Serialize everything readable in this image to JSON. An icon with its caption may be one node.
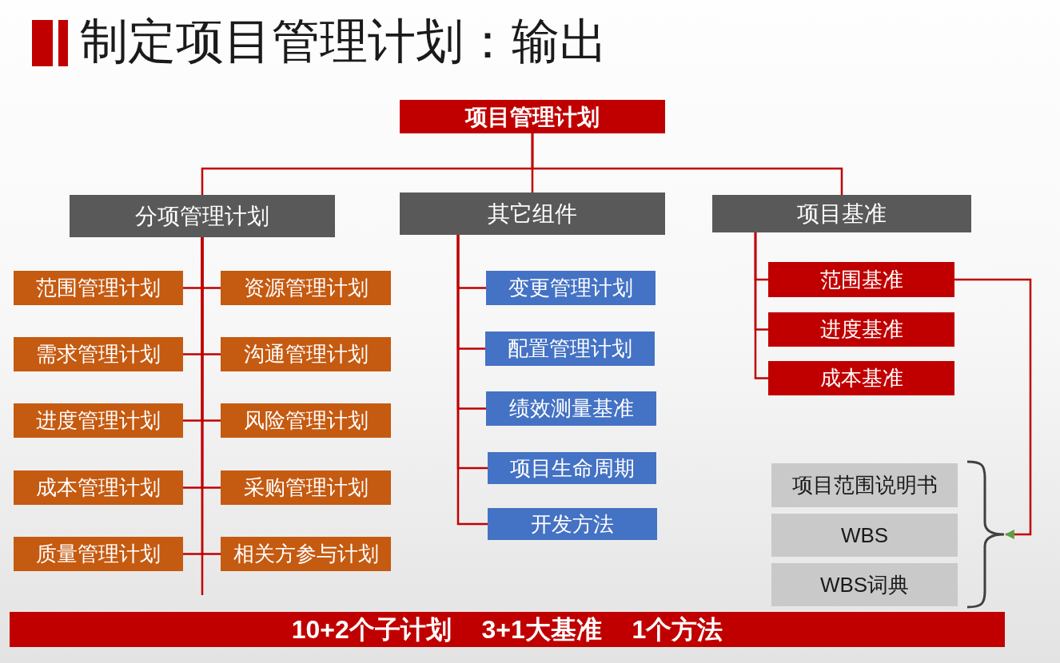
{
  "diagram": {
    "title": "制定项目管理计划：输出",
    "nodes": [
      {
        "text": [
          "项目管理计划"
        ]
      },
      {
        "text": [
          "分项管理计划"
        ]
      },
      {
        "text": [
          "其它组件"
        ]
      },
      {
        "text": [
          "项目基准"
        ]
      },
      {
        "text": [
          "范围管理计划"
        ]
      },
      {
        "text": [
          "资源管理计划"
        ]
      },
      {
        "text": [
          "需求管理计划"
        ]
      },
      {
        "text": [
          "沟通管理计划"
        ]
      },
      {
        "text": [
          "进度管理计划"
        ]
      },
      {
        "text": [
          "风险管理计划"
        ]
      },
      {
        "text": [
          "成本管理计划"
        ]
      },
      {
        "text": [
          "采购管理计划"
        ]
      },
      {
        "text": [
          "质量管理计划"
        ]
      },
      {
        "text": [
          "相关方参与计划"
        ]
      },
      {
        "text": [
          "变更管理计划"
        ]
      },
      {
        "text": [
          "配置管理计划"
        ]
      },
      {
        "text": [
          "绩效测量基准"
        ]
      },
      {
        "text": [
          "项目生命周期"
        ]
      },
      {
        "text": [
          "开发方法"
        ]
      },
      {
        "text": [
          "范围基准"
        ]
      },
      {
        "text": [
          "进度基准"
        ]
      },
      {
        "text": [
          "成本基准"
        ]
      },
      {
        "text": [
          "项目范围说明书"
        ]
      },
      {
        "text": [
          "WBS"
        ]
      },
      {
        "text": [
          "WBS词典"
        ]
      },
      {
        "text": [],
        "shape": "brace"
      },
      {
        "text": [
          "10+2个子计划 3+1大基准 1个方法"
        ]
      }
    ],
    "edges": [
      {
        "from": 0,
        "to": 1,
        "arrow": "none"
      },
      {
        "from": 0,
        "to": 2,
        "arrow": "none"
      },
      {
        "from": 0,
        "to": 3,
        "arrow": "none"
      },
      {
        "from": 1,
        "to": 4,
        "arrow": "none"
      },
      {
        "from": 1,
        "to": 5,
        "arrow": "none"
      },
      {
        "from": 1,
        "to": 6,
        "arrow": "none"
      },
      {
        "from": 1,
        "to": 7,
        "arrow": "none"
      },
      {
        "from": 1,
        "to": 8,
        "arrow": "none"
      },
      {
        "from": 1,
        "to": 9,
        "arrow": "none"
      },
      {
        "from": 1,
        "to": 10,
        "arrow": "none"
      },
      {
        "from": 1,
        "to": 11,
        "arrow": "none"
      },
      {
        "from": 1,
        "to": 12,
        "arrow": "none"
      },
      {
        "from": 1,
        "to": 13,
        "arrow": "none"
      },
      {
        "from": 2,
        "to": 14,
        "arrow": "none"
      },
      {
        "from": 2,
        "to": 15,
        "arrow": "none"
      },
      {
        "from": 2,
        "to": 16,
        "arrow": "none"
      },
      {
        "from": 2,
        "to": 17,
        "arrow": "none"
      },
      {
        "from": 2,
        "to": 18,
        "arrow": "none"
      },
      {
        "from": 3,
        "to": 19,
        "arrow": "none"
      },
      {
        "from": 3,
        "to": 20,
        "arrow": "none"
      },
      {
        "from": 3,
        "to": 21,
        "arrow": "none"
      },
      {
        "from": 19,
        "to": 25,
        "arrow": "to"
      }
    ]
  }
}
